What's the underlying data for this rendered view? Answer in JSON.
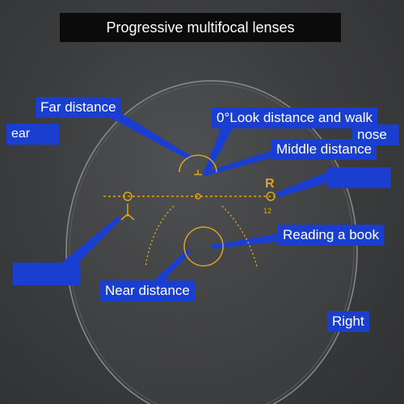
{
  "title": "Progressive multifocal lenses",
  "labels": {
    "far_distance": "Far distance",
    "ear": "ear",
    "look_distance": "0°Look distance and walk",
    "nose": "nose",
    "middle_distance": "Middle distance",
    "reading_book": "Reading a book",
    "near_distance": "Near distance",
    "right": "Right"
  },
  "lens_marks": {
    "letter": "R",
    "number": "12"
  },
  "colors": {
    "label_blue": "#1a3fd0",
    "mark_gold": "#d9a521",
    "background": "#3c3d3f"
  }
}
